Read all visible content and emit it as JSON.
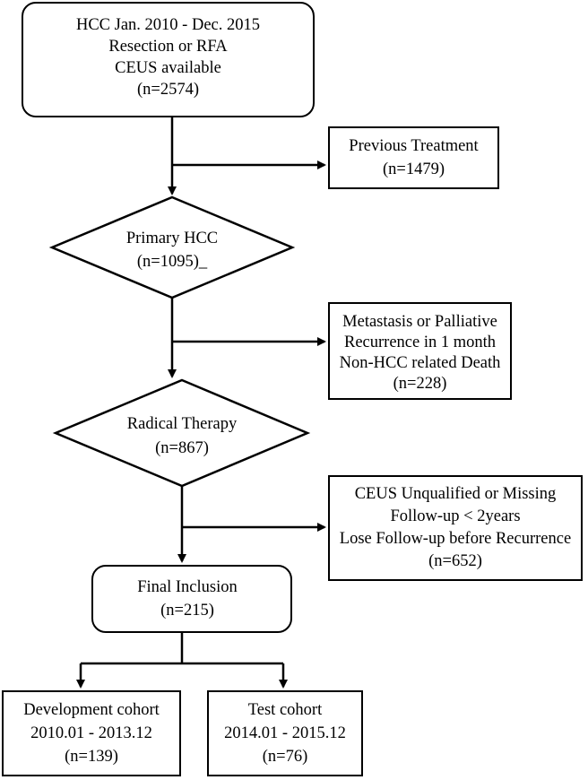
{
  "start": {
    "lines": [
      "HCC Jan. 2010 - Dec. 2015",
      "Resection or RFA",
      "CEUS available",
      "(n=2574)"
    ]
  },
  "exclude1": {
    "lines": [
      "Previous Treatment",
      "(n=1479)"
    ]
  },
  "primary": {
    "lines": [
      "Primary HCC",
      "(n=1095)_"
    ]
  },
  "exclude2": {
    "lines": [
      "Metastasis or Palliative",
      "Recurrence in 1 month",
      "Non-HCC related Death",
      "(n=228)"
    ]
  },
  "radical": {
    "lines": [
      "Radical Therapy",
      "(n=867)"
    ]
  },
  "exclude3": {
    "lines": [
      "CEUS Unqualified or Missing",
      "Follow-up < 2years",
      "Lose Follow-up before Recurrence",
      "(n=652)"
    ]
  },
  "final": {
    "lines": [
      "Final Inclusion",
      "(n=215)"
    ]
  },
  "development": {
    "lines": [
      "Development cohort",
      "2010.01 - 2013.12",
      "(n=139)"
    ]
  },
  "test": {
    "lines": [
      "Test cohort",
      "2014.01 - 2015.12",
      "(n=76)"
    ]
  }
}
